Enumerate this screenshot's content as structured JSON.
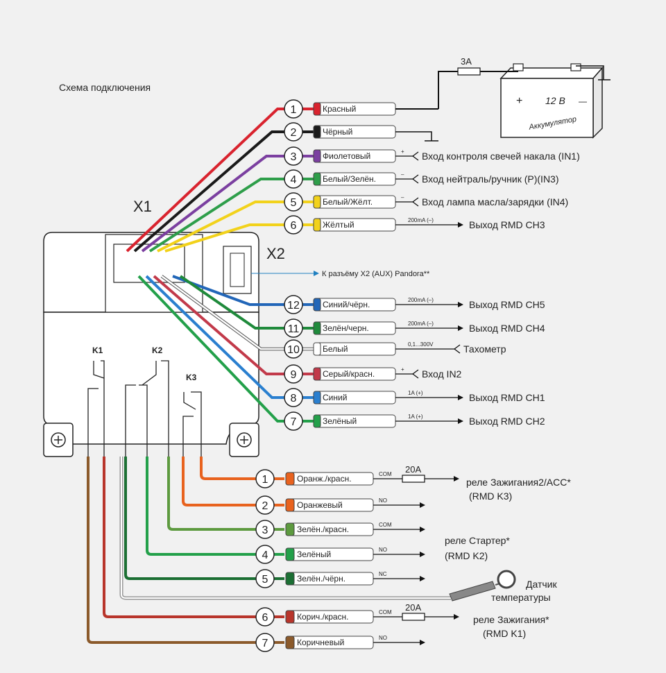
{
  "title": "Схема подключения",
  "connector_x1": "X1",
  "connector_x2": "X2",
  "x2_target": "К разъёму X2 (AUX) Pandora**",
  "relay_labels": {
    "k1": "K1",
    "k2": "K2",
    "k3": "K3"
  },
  "battery": {
    "fuse": "3A",
    "voltage": "12 В",
    "name": "Аккумулятор",
    "plus": "+",
    "minus": "—"
  },
  "x1_wires": [
    {
      "num": "1",
      "label": "Красный",
      "color": "#d9232e",
      "note": "",
      "dest": ""
    },
    {
      "num": "2",
      "label": "Чёрный",
      "color": "#1a1a1a",
      "note": "",
      "dest": ""
    },
    {
      "num": "3",
      "label": "Фиолетовый",
      "color": "#7b3fa0",
      "note": "+",
      "dest": "Вход контроля свечей накала (IN1)"
    },
    {
      "num": "4",
      "label": "Белый/Зелён.",
      "color": "#2e9e4a",
      "note": "–",
      "dest": "Вход нейтраль/ручник (P)(IN3)"
    },
    {
      "num": "5",
      "label": "Белый/Жёлт.",
      "color": "#f2d21b",
      "note": "–",
      "dest": "Вход лампа масла/зарядки (IN4)"
    },
    {
      "num": "6",
      "label": "Жёлтый",
      "color": "#f2d21b",
      "note": "200mA (–)",
      "dest": "Выход RMD CH3"
    },
    {
      "num": "12",
      "label": "Синий/чёрн.",
      "color": "#2266b8",
      "note": "200mA (–)",
      "dest": "Выход RMD CH5"
    },
    {
      "num": "11",
      "label": "Зелён/черн.",
      "color": "#1f8a3b",
      "note": "200mA (–)",
      "dest": "Выход RMD CH4"
    },
    {
      "num": "10",
      "label": "Белый",
      "color": "#ffffff",
      "note": "0,1...300V",
      "dest": "Тахометр"
    },
    {
      "num": "9",
      "label": "Серый/красн.",
      "color": "#c23a4a",
      "note": "+",
      "dest": "Вход IN2"
    },
    {
      "num": "8",
      "label": "Синий",
      "color": "#2a7fcf",
      "note": "1A (+)",
      "dest": "Выход RMD CH1"
    },
    {
      "num": "7",
      "label": "Зелёный",
      "color": "#23a04a",
      "note": "1A (+)",
      "dest": "Выход RMD CH2"
    }
  ],
  "relay_wires": [
    {
      "num": "1",
      "label": "Оранж./красн.",
      "color": "#e8621e",
      "note": "COM",
      "fuse": "20A"
    },
    {
      "num": "2",
      "label": "Оранжевый",
      "color": "#e8621e",
      "note": "NO",
      "fuse": ""
    },
    {
      "num": "3",
      "label": "Зелён./красн.",
      "color": "#5d9a3f",
      "note": "COM",
      "fuse": ""
    },
    {
      "num": "4",
      "label": "Зелёный",
      "color": "#23a04a",
      "note": "NO",
      "fuse": ""
    },
    {
      "num": "5",
      "label": "Зелён./чёрн.",
      "color": "#1b6f33",
      "note": "NC",
      "fuse": ""
    },
    {
      "num": "6",
      "label": "Корич./красн.",
      "color": "#b8352b",
      "note": "COM",
      "fuse": "20A"
    },
    {
      "num": "7",
      "label": "Коричневый",
      "color": "#8b5a2b",
      "note": "NO",
      "fuse": ""
    }
  ],
  "relay_dests": {
    "k3_line1": "реле Зажигания2/ACC*",
    "k3_line2": "(RMD K3)",
    "k2_line1": "реле Стартер*",
    "k2_line2": "(RMD K2)",
    "k1_line1": "реле Зажигания*",
    "k1_line2": "(RMD K1)",
    "temp_line1": "Датчик",
    "temp_line2": "температуры"
  }
}
